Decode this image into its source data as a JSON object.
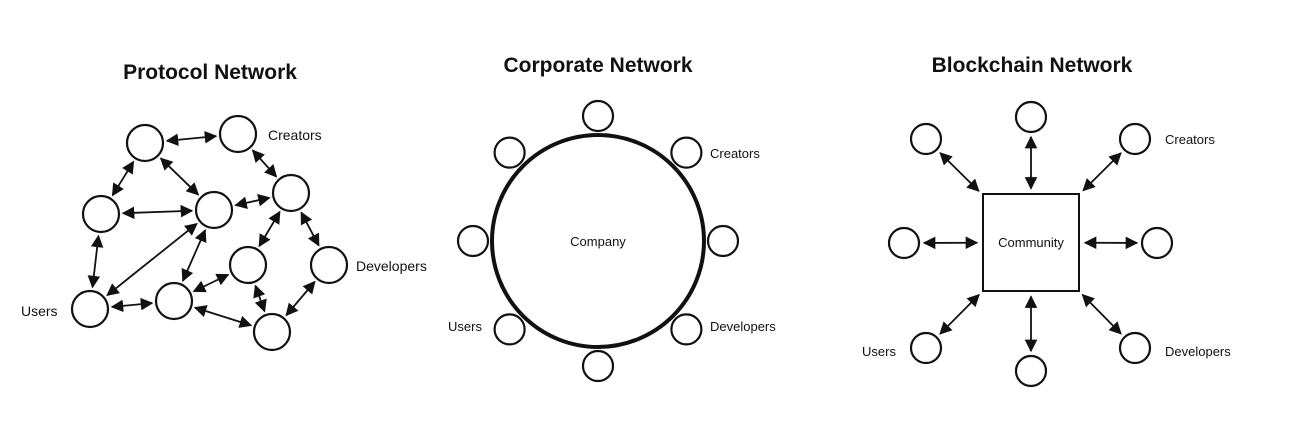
{
  "panels": {
    "protocol": {
      "title": "Protocol Network",
      "labels": {
        "creators": "Creators",
        "developers": "Developers",
        "users": "Users"
      }
    },
    "corporate": {
      "title": "Corporate Network",
      "center": "Company",
      "labels": {
        "creators": "Creators",
        "developers": "Developers",
        "users": "Users"
      }
    },
    "blockchain": {
      "title": "Blockchain Network",
      "center": "Community",
      "labels": {
        "creators": "Creators",
        "developers": "Developers",
        "users": "Users"
      }
    }
  }
}
